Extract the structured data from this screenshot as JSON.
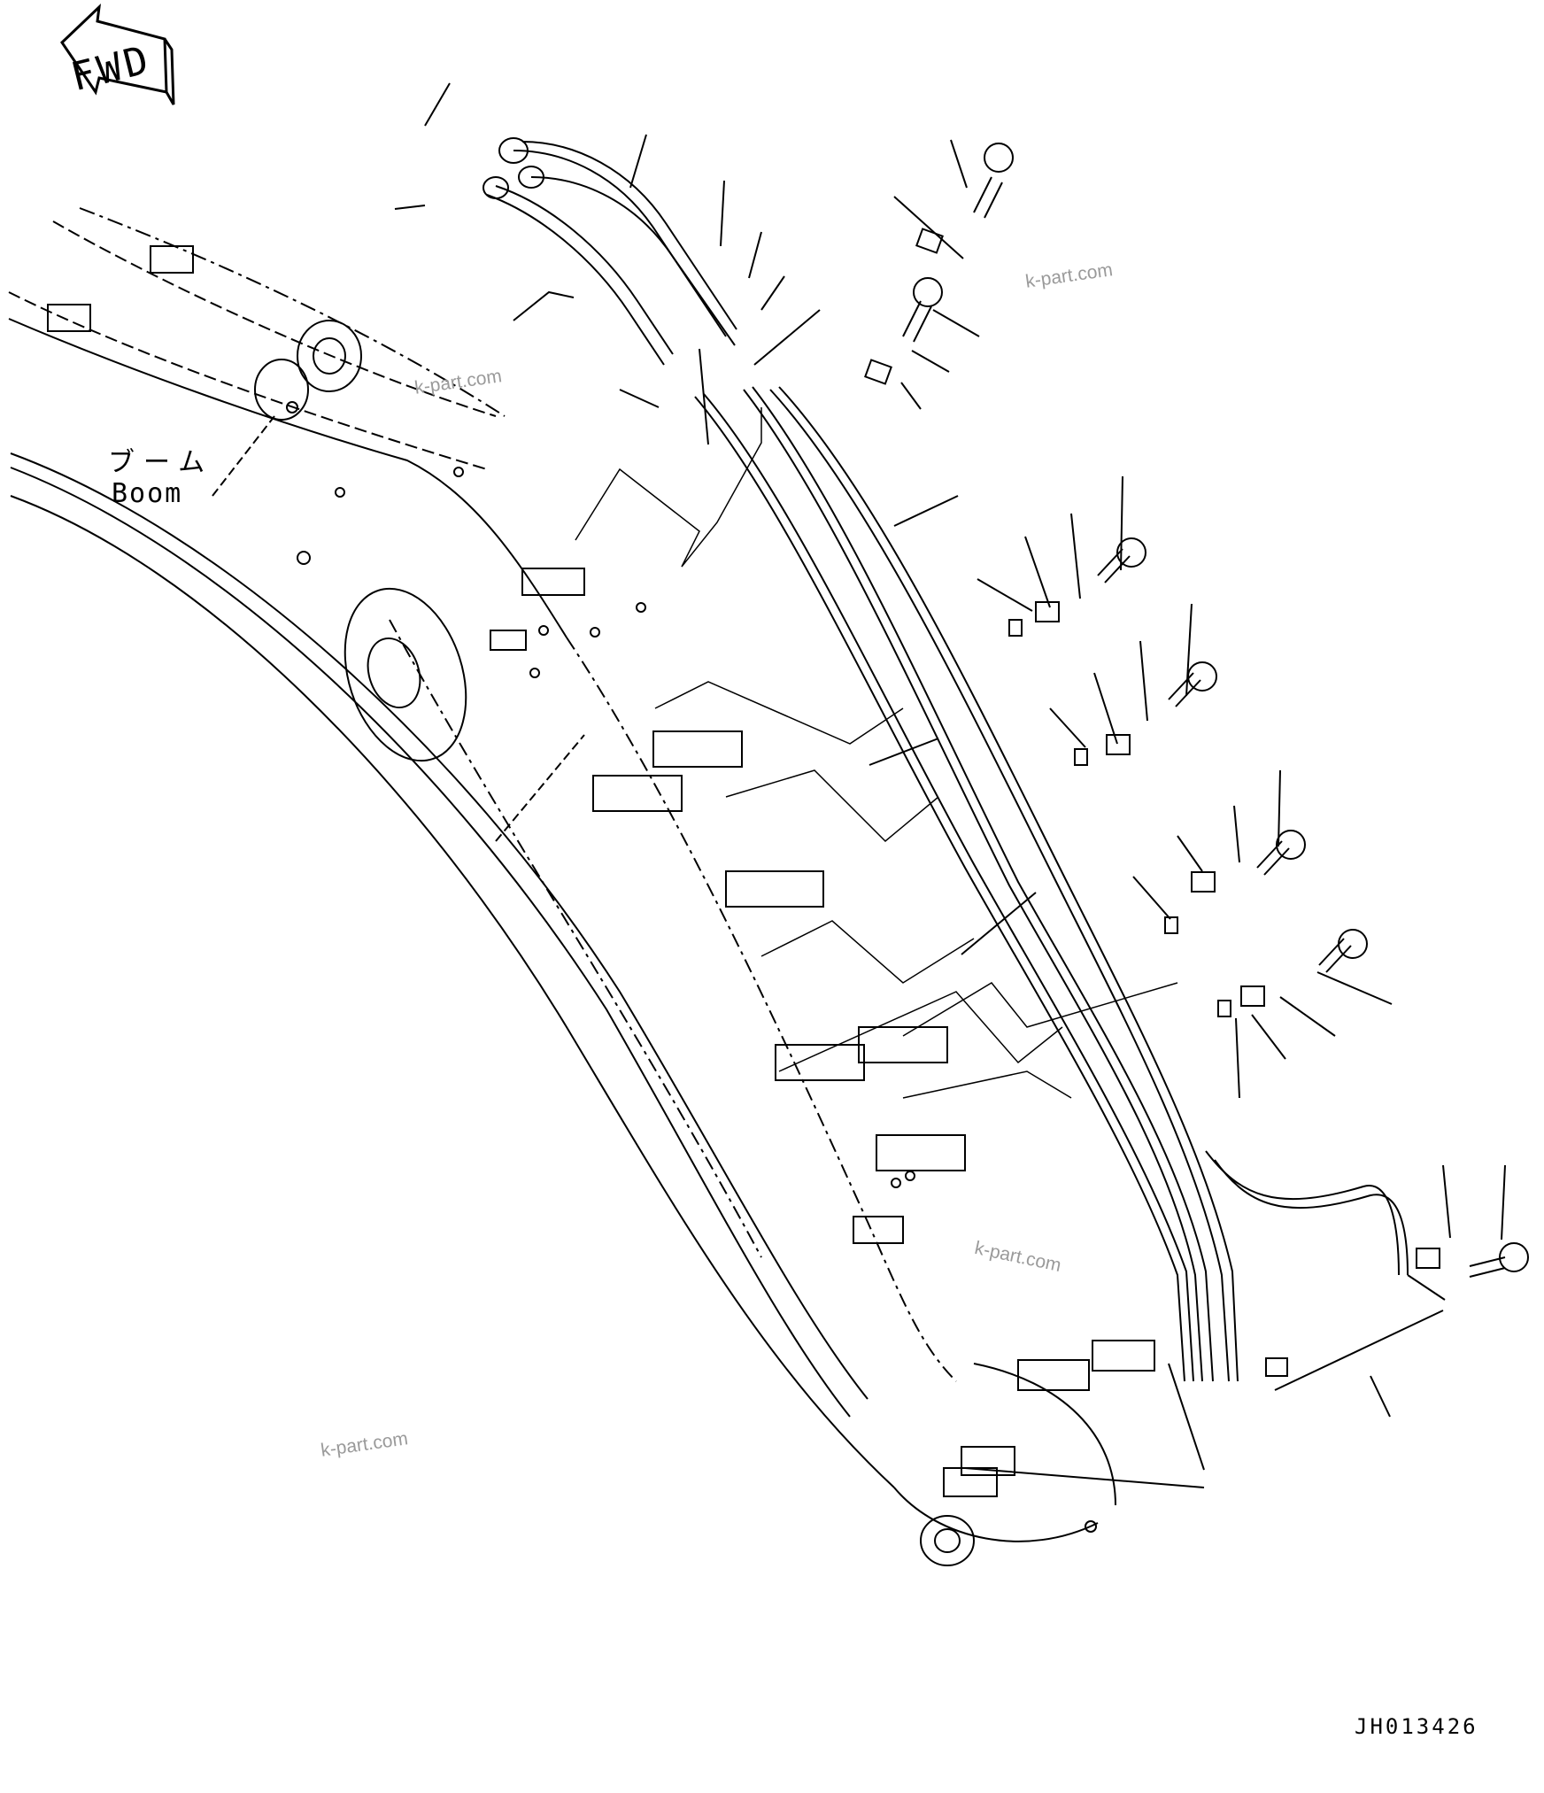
{
  "direction_label": "FWD",
  "component_label_jp": "ブーム",
  "component_label_en": "Boom",
  "watermark": "k-part.com",
  "drawing_code": "JH013426",
  "icons": [
    "fwd-arrow-icon"
  ]
}
